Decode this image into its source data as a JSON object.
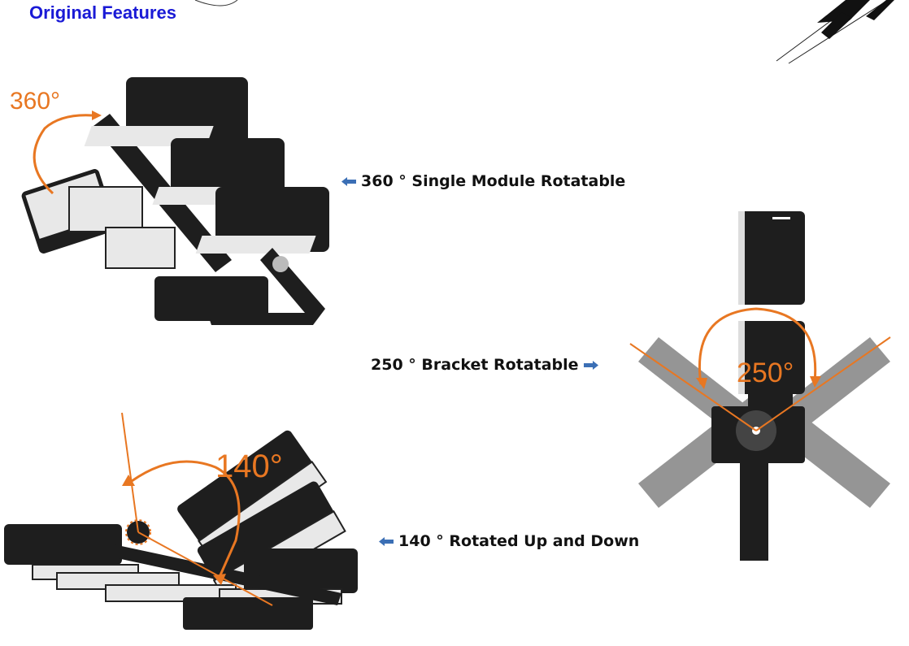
{
  "header": {
    "title": "Original Features"
  },
  "features": [
    {
      "caption": "360 ° Single Module Rotatable",
      "angle_label": "360°",
      "arrow": "left"
    },
    {
      "caption": "250 ° Bracket Rotatable",
      "angle_label": "250°",
      "arrow": "right"
    },
    {
      "caption": "140 ° Rotated Up and Down",
      "angle_label": "140°",
      "arrow": "left"
    }
  ],
  "colors": {
    "title": "#1a1ad6",
    "accent": "#e87722",
    "arrow": "#3b6fb5",
    "fixture": "#1e1e1e",
    "panel": "#e8e8e8"
  }
}
